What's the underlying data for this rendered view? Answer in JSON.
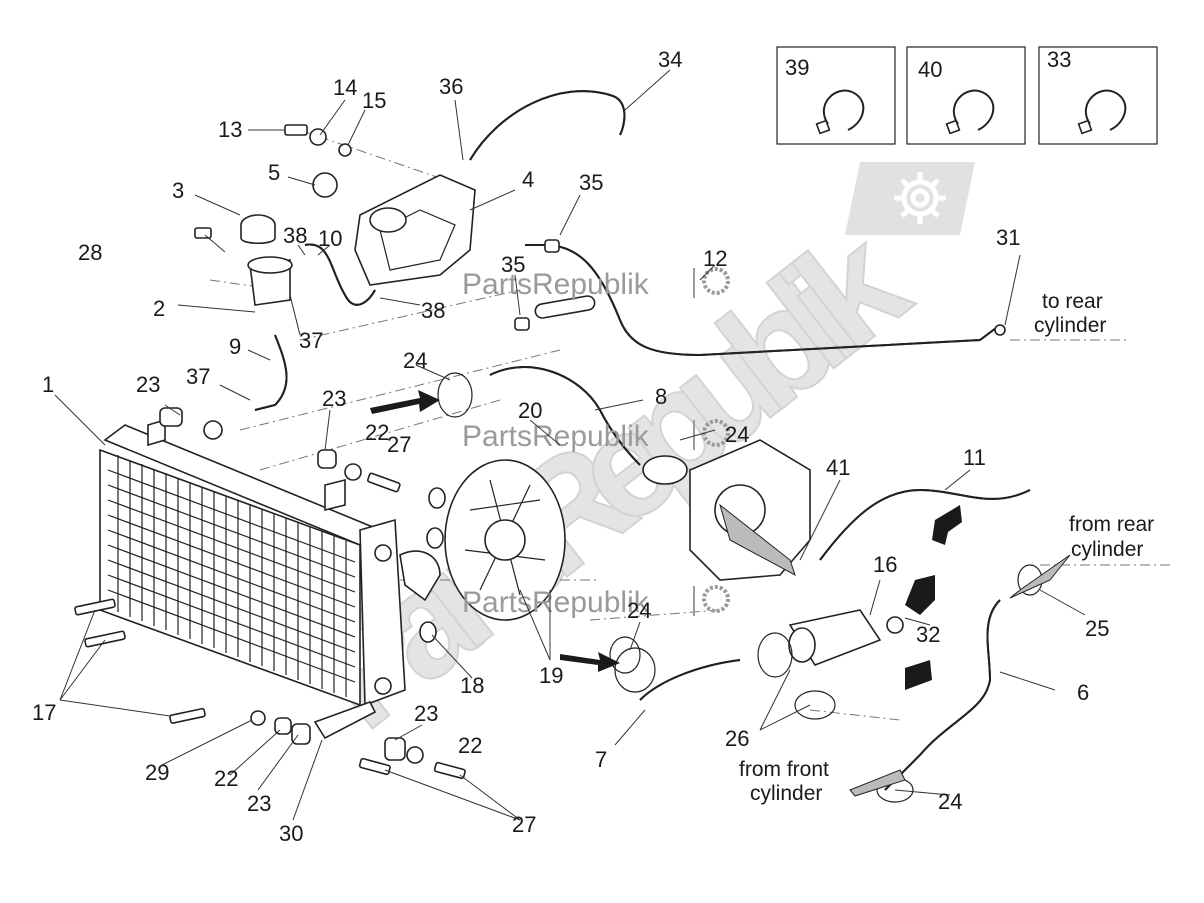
{
  "watermark": {
    "brand_text": "PartsRepublik",
    "big_text": "PartsRepublik",
    "color": "#9a9a9a"
  },
  "callouts": [
    "1",
    "2",
    "3",
    "4",
    "5",
    "6",
    "7",
    "8",
    "9",
    "10",
    "11",
    "12",
    "13",
    "14",
    "15",
    "16",
    "17",
    "18",
    "19",
    "20",
    "22",
    "23",
    "24",
    "25",
    "26",
    "27",
    "28",
    "29",
    "30",
    "31",
    "32",
    "33",
    "34",
    "35",
    "36",
    "37",
    "38",
    "39",
    "40",
    "41"
  ],
  "labels": {
    "n1": "1",
    "n2": "2",
    "n3": "3",
    "n4": "4",
    "n5": "5",
    "n6": "6",
    "n7": "7",
    "n8": "8",
    "n9": "9",
    "n10": "10",
    "n11": "11",
    "n12": "12",
    "n13": "13",
    "n14": "14",
    "n15": "15",
    "n16": "16",
    "n17": "17",
    "n18": "18",
    "n19": "19",
    "n20": "20",
    "n22": "22",
    "n23": "23",
    "n24": "24",
    "n25": "25",
    "n26": "26",
    "n27": "27",
    "n28": "28",
    "n29": "29",
    "n30": "30",
    "n31": "31",
    "n32": "32",
    "n33": "33",
    "n34": "34",
    "n35": "35",
    "n36": "36",
    "n37": "37",
    "n38": "38",
    "n39": "39",
    "n40": "40",
    "n41": "41"
  },
  "notes": {
    "to_rear_1": "to rear",
    "to_rear_2": "cylinder",
    "from_rear_1": "from rear",
    "from_rear_2": "cylinder",
    "from_front_1": "from front",
    "from_front_2": "cylinder"
  },
  "inset_boxes": [
    {
      "label": "39"
    },
    {
      "label": "40"
    },
    {
      "label": "33"
    }
  ],
  "icons": [
    "gear-icon",
    "gear-icon",
    "gear-icon",
    "gear-icon"
  ]
}
